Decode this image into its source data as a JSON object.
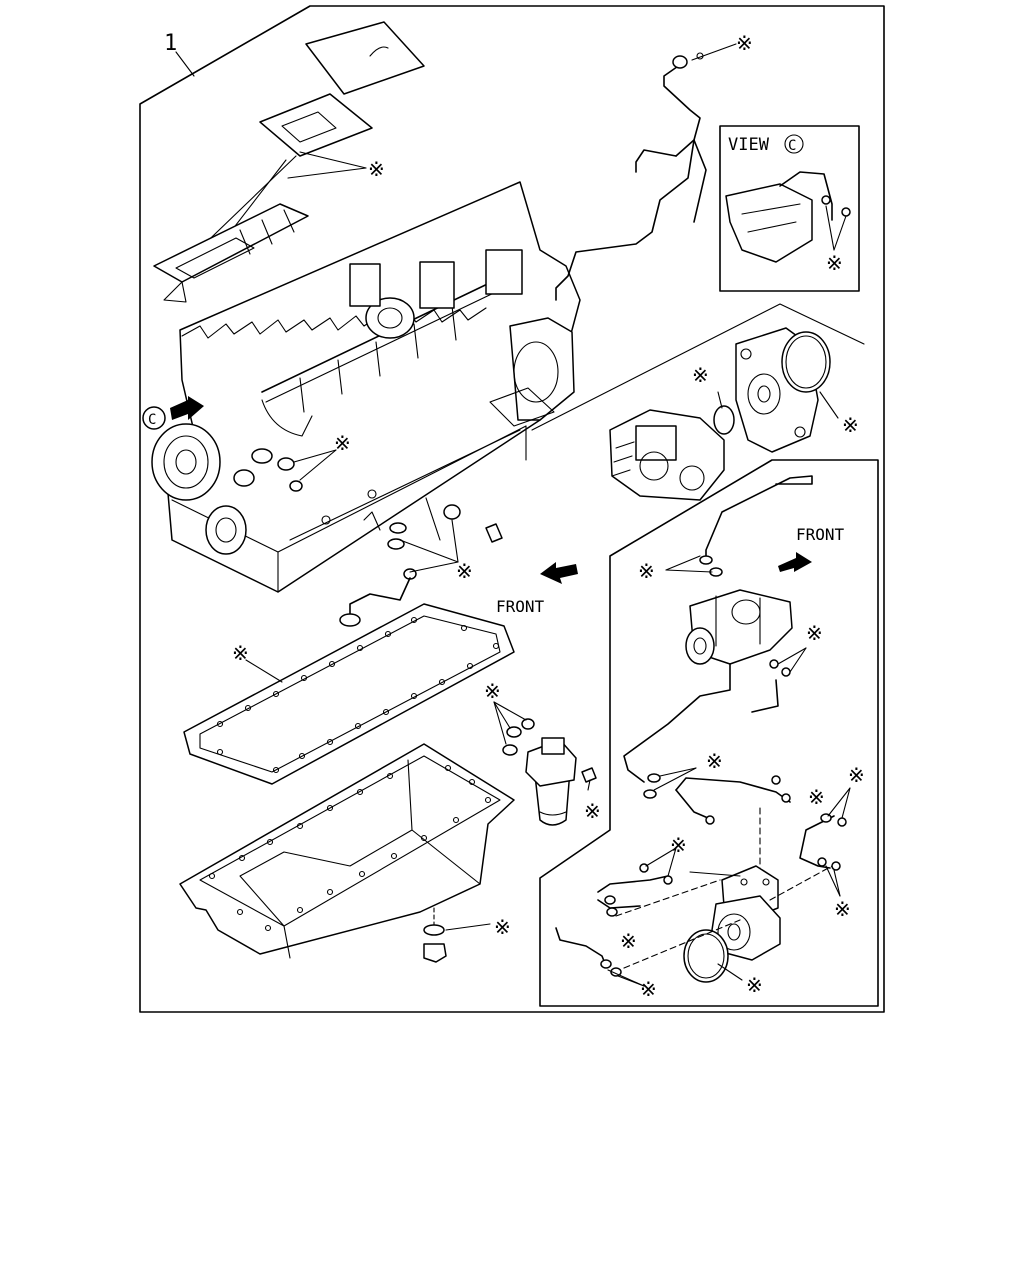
{
  "diagram": {
    "part_number": "1",
    "view_label": "VIEW",
    "view_letter": "C",
    "callout_marker": "C",
    "front_label_left": "FRONT",
    "front_label_right": "FRONT",
    "asterisk": "※"
  }
}
